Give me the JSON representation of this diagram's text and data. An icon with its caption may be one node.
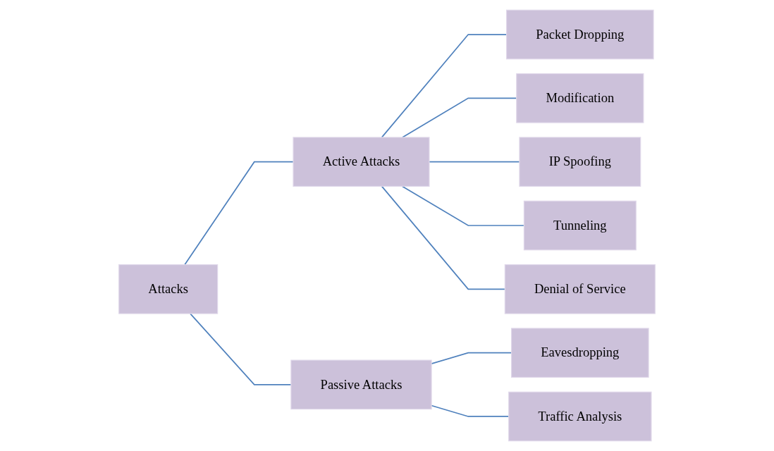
{
  "diagram": {
    "nodes": [
      {
        "text": [
          "Attacks"
        ]
      },
      {
        "text": [
          "Active Attacks"
        ]
      },
      {
        "text": [
          "Packet Dropping"
        ]
      },
      {
        "text": [
          "Modification"
        ]
      },
      {
        "text": [
          "IP Spoofing"
        ]
      },
      {
        "text": [
          "Tunneling"
        ]
      },
      {
        "text": [
          "Denial of Service"
        ]
      },
      {
        "text": [
          "Passive Attacks"
        ]
      },
      {
        "text": [
          "Eavesdropping"
        ]
      },
      {
        "text": [
          "Traffic Analysis"
        ]
      }
    ],
    "edges": [
      {
        "from": 0,
        "to": 1,
        "arrow": "none"
      },
      {
        "from": 0,
        "to": 7,
        "arrow": "none"
      },
      {
        "from": 1,
        "to": 2,
        "arrow": "none"
      },
      {
        "from": 1,
        "to": 3,
        "arrow": "none"
      },
      {
        "from": 1,
        "to": 4,
        "arrow": "none"
      },
      {
        "from": 1,
        "to": 5,
        "arrow": "none"
      },
      {
        "from": 1,
        "to": 6,
        "arrow": "none"
      },
      {
        "from": 7,
        "to": 8,
        "arrow": "none"
      },
      {
        "from": 7,
        "to": 9,
        "arrow": "none"
      }
    ]
  }
}
